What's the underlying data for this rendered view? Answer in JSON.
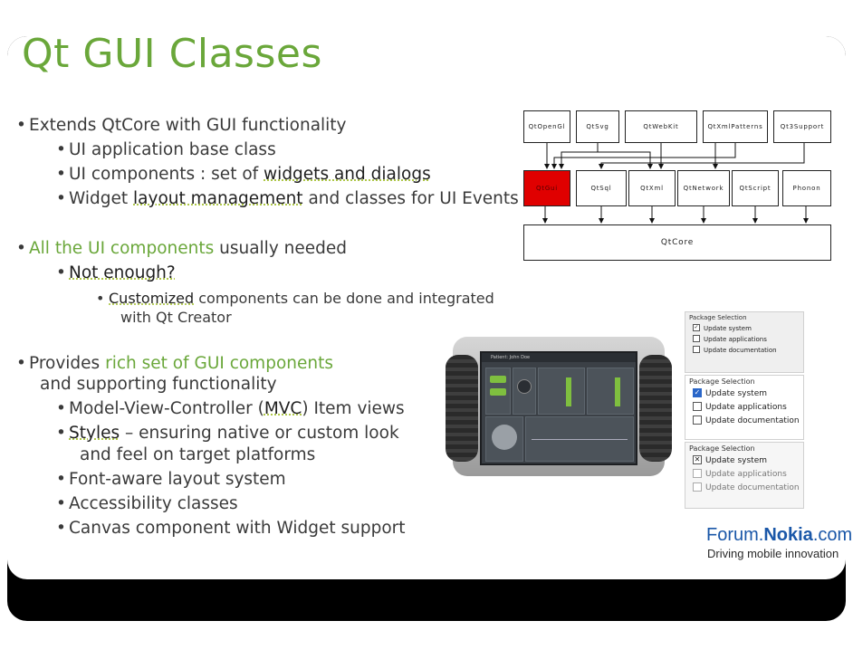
{
  "title": "Qt GUI Classes",
  "bullets": {
    "b1": "Extends QtCore with GUI functionality",
    "b1_1": "UI application base class",
    "b1_2_pre": "UI components : set of ",
    "b1_2_key": "widgets and dialogs",
    "b1_3_pre": "Widget ",
    "b1_3_key": "layout management",
    "b1_3_post": " and classes for UI Events",
    "b2_green": "All the UI components",
    "b2_post": " usually needed",
    "b2_1": "Not enough?",
    "b2_1_1_key": "Customized",
    "b2_1_1_post": " components can be done and integrated",
    "b2_1_1_cont": "with Qt Creator",
    "b3_pre": "Provides ",
    "b3_green": "rich set of GUI components",
    "b3_cont": "and supporting functionality",
    "b3_1_pre": "Model-View-Controller (",
    "b3_1_key": "MVC",
    "b3_1_post": ") Item views",
    "b3_2_key": "Styles",
    "b3_2_post": " – ensuring native or custom look",
    "b3_2_cont": "and feel on target platforms",
    "b3_3": "Font-aware layout system",
    "b3_4": "Accessibility classes",
    "b3_5": "Canvas component with Widget support"
  },
  "diagram": {
    "top_row": [
      "QtOpenGl",
      "QtSvg",
      "QtWebKit",
      "QtXmlPatterns",
      "Qt3Support"
    ],
    "mid_row": [
      "QtGui",
      "QtSql",
      "QtXml",
      "QtNetwork",
      "QtScript",
      "Phonon"
    ],
    "core": "QtCore",
    "highlight_color": "#e00000"
  },
  "device": {
    "header": "Patient: John Doe"
  },
  "packages": [
    {
      "title": "Package Selection",
      "items": [
        {
          "label": "Update system",
          "state": "checked"
        },
        {
          "label": "Update applications",
          "state": "unchecked"
        },
        {
          "label": "Update documentation",
          "state": "unchecked"
        }
      ]
    },
    {
      "title": "Package Selection",
      "items": [
        {
          "label": "Update system",
          "state": "checked"
        },
        {
          "label": "Update applications",
          "state": "unchecked"
        },
        {
          "label": "Update documentation",
          "state": "unchecked"
        }
      ]
    },
    {
      "title": "Package Selection",
      "items": [
        {
          "label": "Update system",
          "state": "checked"
        },
        {
          "label": "Update applications",
          "state": "unchecked"
        },
        {
          "label": "Update documentation",
          "state": "unchecked"
        }
      ]
    }
  ],
  "branding": {
    "forum": "Forum.",
    "nokia": "Nokia",
    "com": ".com",
    "tagline": "Driving mobile innovation"
  },
  "colors": {
    "title_green": "#6aa73a",
    "text": "#3a3a3a",
    "nokia_blue": "#1a57a8"
  }
}
